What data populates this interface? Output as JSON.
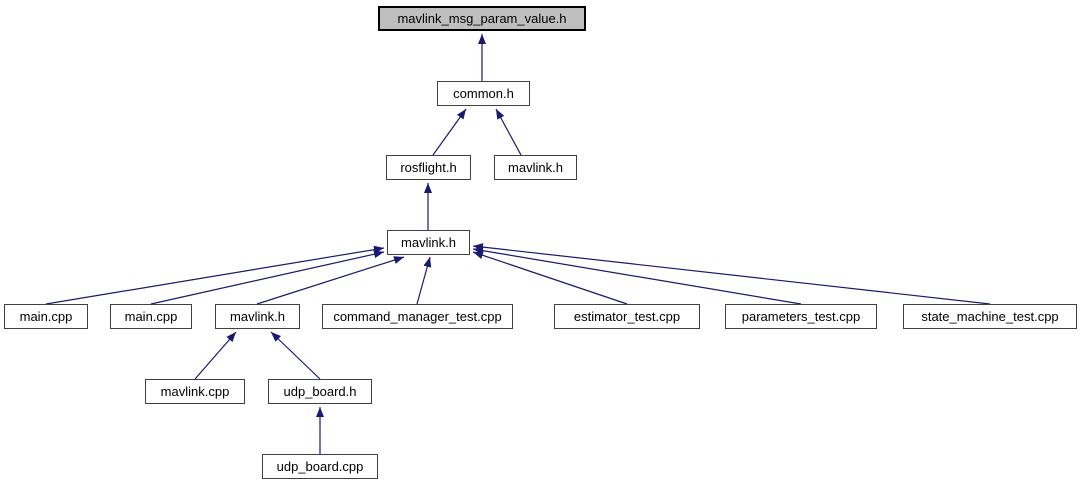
{
  "diagram": {
    "type": "include-dependency-graph",
    "description": "Doxygen 'included by' graph for mavlink_msg_param_value.h",
    "colors": {
      "background": "#ffffff",
      "edge": "#191970",
      "node_border": "#404040",
      "node_fill": "#ffffff",
      "root_fill": "#bfbfbf",
      "text": "#000000"
    },
    "nodes": [
      {
        "id": "root",
        "label": "mavlink_msg_param_value.h",
        "highlighted": true
      },
      {
        "id": "common_h",
        "label": "common.h",
        "highlighted": false
      },
      {
        "id": "rosflight_h",
        "label": "rosflight.h",
        "highlighted": false
      },
      {
        "id": "mavlink_h_top",
        "label": "mavlink.h",
        "highlighted": false
      },
      {
        "id": "mavlink_h_mid",
        "label": "mavlink.h",
        "highlighted": false
      },
      {
        "id": "main_cpp_1",
        "label": "main.cpp",
        "highlighted": false
      },
      {
        "id": "main_cpp_2",
        "label": "main.cpp",
        "highlighted": false
      },
      {
        "id": "mavlink_h_bottom",
        "label": "mavlink.h",
        "highlighted": false
      },
      {
        "id": "command_manager_test",
        "label": "command_manager_test.cpp",
        "highlighted": false
      },
      {
        "id": "estimator_test",
        "label": "estimator_test.cpp",
        "highlighted": false
      },
      {
        "id": "parameters_test",
        "label": "parameters_test.cpp",
        "highlighted": false
      },
      {
        "id": "state_machine_test",
        "label": "state_machine_test.cpp",
        "highlighted": false
      },
      {
        "id": "mavlink_cpp",
        "label": "mavlink.cpp",
        "highlighted": false
      },
      {
        "id": "udp_board_h",
        "label": "udp_board.h",
        "highlighted": false
      },
      {
        "id": "udp_board_cpp",
        "label": "udp_board.cpp",
        "highlighted": false
      }
    ],
    "edges": [
      {
        "from": "common_h",
        "to": "root"
      },
      {
        "from": "rosflight_h",
        "to": "common_h"
      },
      {
        "from": "mavlink_h_top",
        "to": "common_h"
      },
      {
        "from": "mavlink_h_mid",
        "to": "rosflight_h"
      },
      {
        "from": "main_cpp_1",
        "to": "mavlink_h_mid"
      },
      {
        "from": "main_cpp_2",
        "to": "mavlink_h_mid"
      },
      {
        "from": "mavlink_h_bottom",
        "to": "mavlink_h_mid"
      },
      {
        "from": "command_manager_test",
        "to": "mavlink_h_mid"
      },
      {
        "from": "estimator_test",
        "to": "mavlink_h_mid"
      },
      {
        "from": "parameters_test",
        "to": "mavlink_h_mid"
      },
      {
        "from": "state_machine_test",
        "to": "mavlink_h_mid"
      },
      {
        "from": "mavlink_cpp",
        "to": "mavlink_h_bottom"
      },
      {
        "from": "udp_board_h",
        "to": "mavlink_h_bottom"
      },
      {
        "from": "udp_board_cpp",
        "to": "udp_board_h"
      }
    ]
  }
}
